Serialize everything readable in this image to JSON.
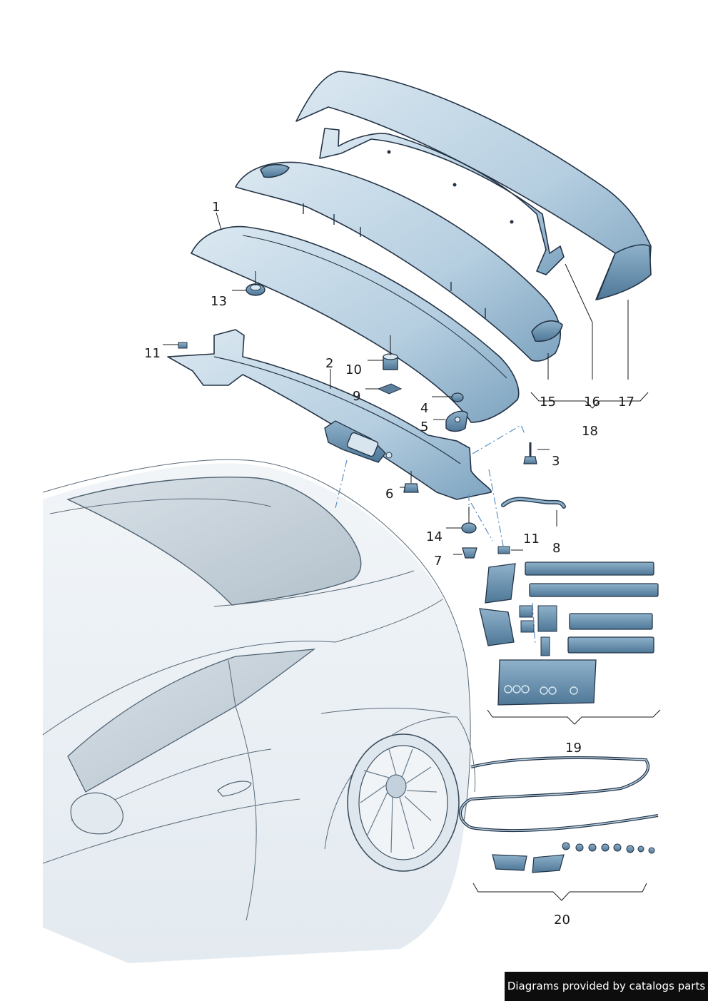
{
  "diagram": {
    "callouts": [
      "1",
      "2",
      "3",
      "4",
      "5",
      "6",
      "7",
      "8",
      "9",
      "10",
      "11",
      "11",
      "13",
      "14",
      "15",
      "16",
      "17",
      "18",
      "19",
      "20"
    ]
  },
  "colors": {
    "part_fill": "#b9d2e2",
    "part_shade": "#6d95b3",
    "outline": "#243447",
    "glass": "#c4cfd8"
  },
  "watermark": {
    "text": "Diagrams provided by catalogs parts"
  }
}
